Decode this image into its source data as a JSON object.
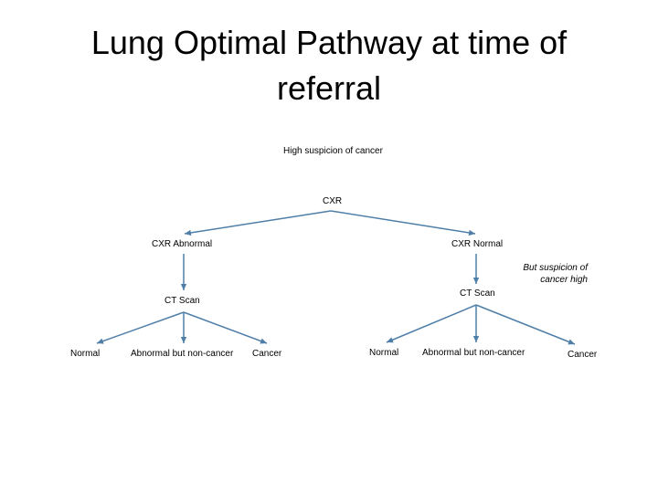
{
  "title_line1": "Lung Optimal Pathway at time of",
  "title_line2": "referral",
  "colors": {
    "arrow": "#4f7fa8",
    "text": "#000000"
  },
  "nodes": {
    "high_suspicion": "High suspicion of cancer",
    "cxr": "CXR",
    "cxr_abnormal": "CXR Abnormal",
    "cxr_normal": "CXR Normal",
    "ct_scan_left": "CT Scan",
    "ct_scan_right": "CT Scan",
    "left_normal": "Normal",
    "left_abnormal_non_cancer": "Abnormal but non-cancer",
    "left_cancer": "Cancer",
    "right_normal": "Normal",
    "right_abnormal_non_cancer": "Abnormal but non-cancer",
    "right_cancer": "Cancer"
  },
  "note_line1": "But suspicion of",
  "note_line2": "cancer high"
}
